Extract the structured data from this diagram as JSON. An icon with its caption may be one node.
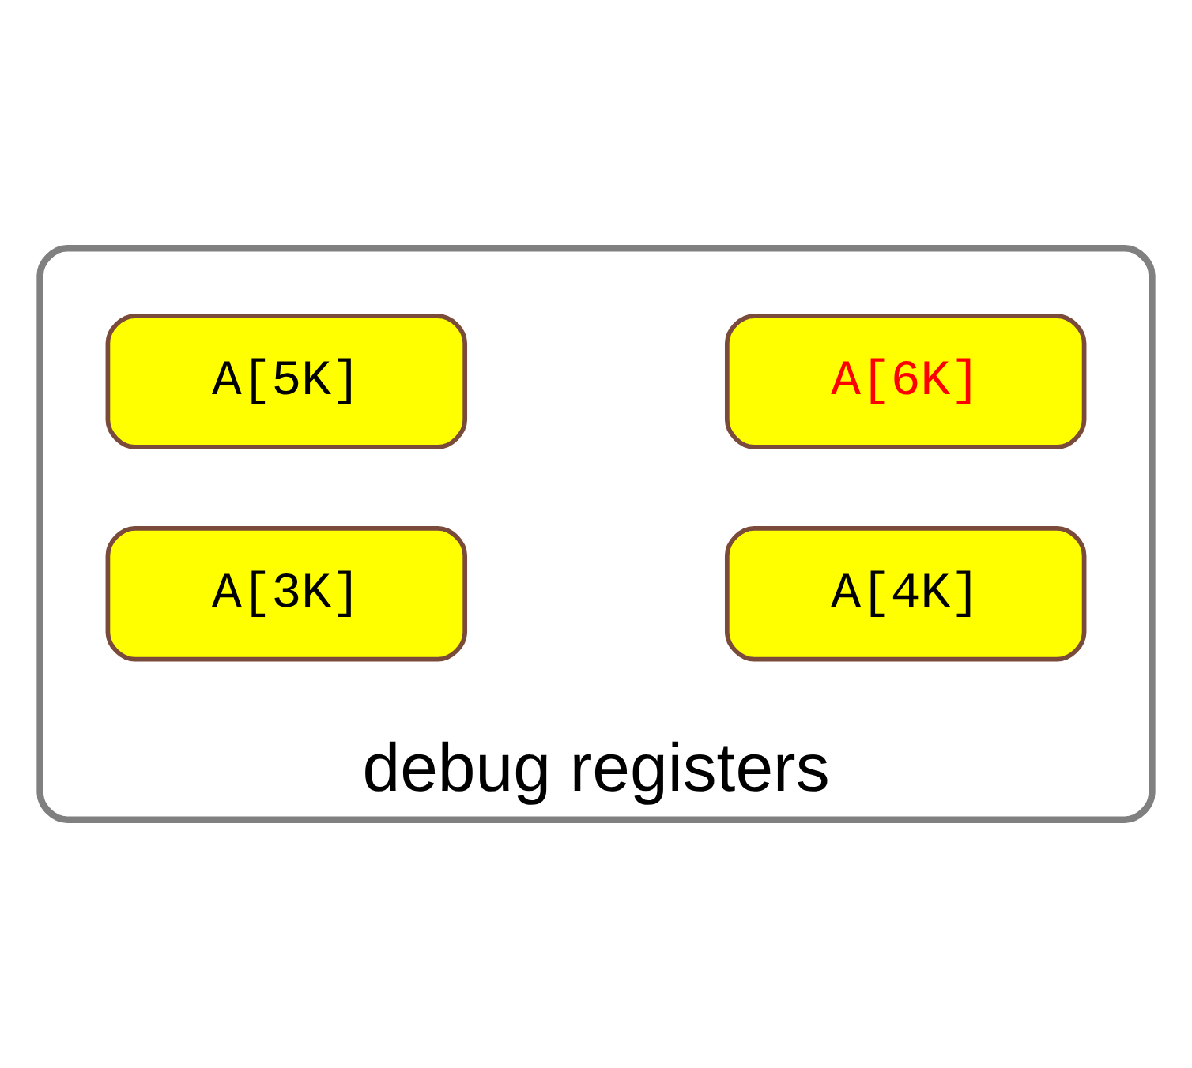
{
  "diagram": {
    "nodes": [
      {
        "text": [
          "debug registers"
        ]
      },
      {
        "text": [
          "A[5K]"
        ],
        "in": 0
      },
      {
        "text": [
          "A[6K]"
        ],
        "in": 0
      },
      {
        "text": [
          "A[3K]"
        ],
        "in": 0
      },
      {
        "text": [
          "A[4K]"
        ],
        "in": 0
      }
    ],
    "edges": []
  }
}
